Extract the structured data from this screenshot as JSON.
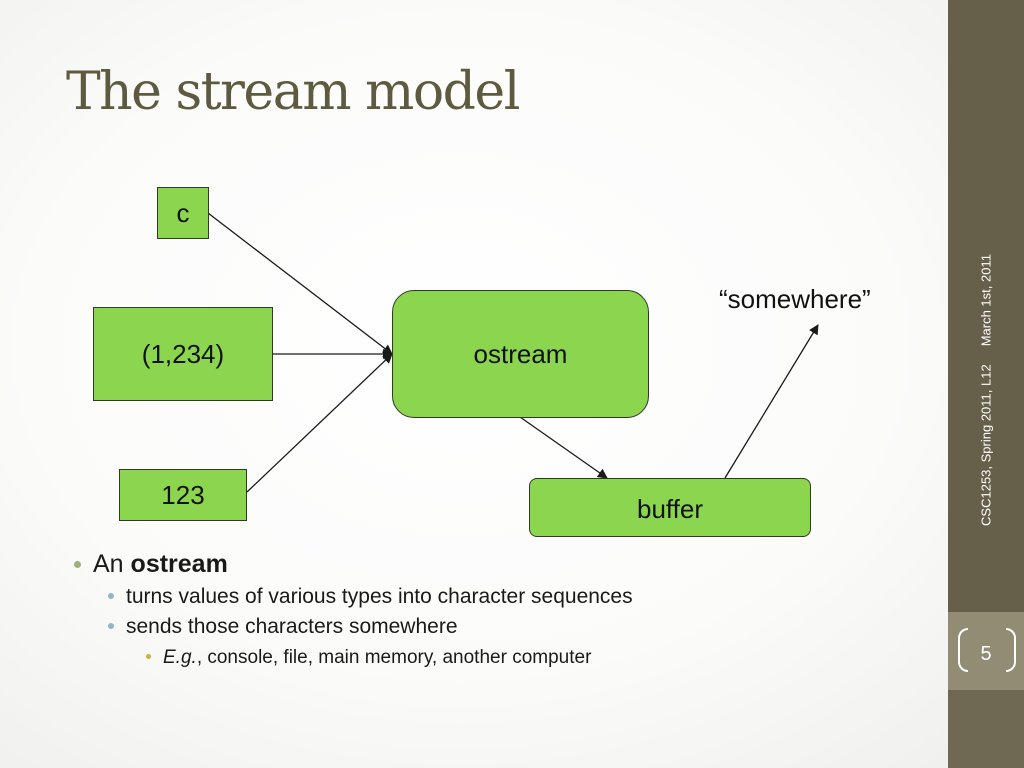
{
  "slide": {
    "title": "The stream model",
    "footer": {
      "course": "CSC1253, Spring 2011, L12",
      "date": "March 1st, 2011"
    },
    "page_number": "5"
  },
  "diagram": {
    "nodes": {
      "c": "c",
      "pair": "(1,234)",
      "num": "123",
      "ostream": "ostream",
      "buffer": "buffer"
    },
    "somewhere_label": "“somewhere”",
    "colors": {
      "node_fill": "#8bd64e",
      "node_border": "#2f3a22",
      "arrow": "#1a1a1a"
    }
  },
  "bullets": {
    "l1_prefix": "An",
    "l1_bold": "ostream",
    "l2_a": "turns values of various types into character sequences",
    "l2_b": "sends those characters somewhere",
    "l3_italic": "E.g.",
    "l3_rest": ", console, file, main memory, another computer"
  },
  "theme": {
    "title_color": "#5e5a3f",
    "sidebar_color": "#66604b",
    "sidebar_band_color": "#918c73"
  }
}
